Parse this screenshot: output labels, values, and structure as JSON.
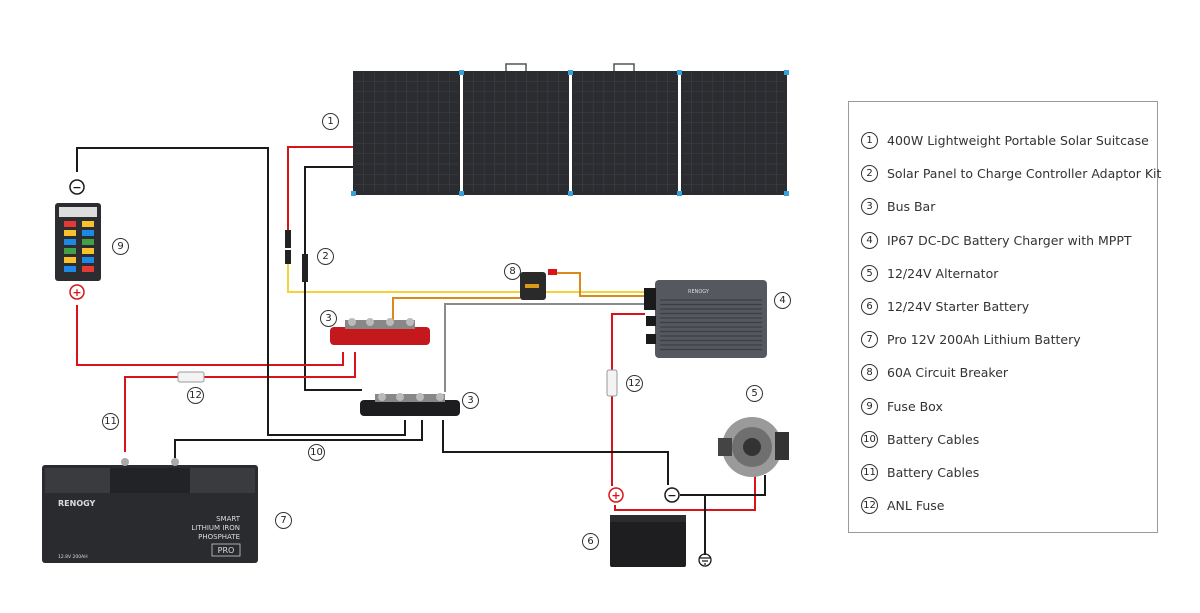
{
  "legend": {
    "items": [
      {
        "num": "1",
        "label": "400W Lightweight Portable Solar Suitcase"
      },
      {
        "num": "2",
        "label": "Solar Panel to Charge Controller Adaptor Kit"
      },
      {
        "num": "3",
        "label": "Bus Bar"
      },
      {
        "num": "4",
        "label": "IP67 DC-DC Battery Charger with MPPT"
      },
      {
        "num": "5",
        "label": "12/24V Alternator"
      },
      {
        "num": "6",
        "label": "12/24V Starter Battery"
      },
      {
        "num": "7",
        "label": "Pro 12V 200Ah Lithium Battery"
      },
      {
        "num": "8",
        "label": "60A Circuit Breaker"
      },
      {
        "num": "9",
        "label": "Fuse Box"
      },
      {
        "num": "10",
        "label": "Battery Cables"
      },
      {
        "num": "11",
        "label": "Battery Cables"
      },
      {
        "num": "12",
        "label": "ANL Fuse"
      }
    ]
  },
  "callouts": {
    "solar": "1",
    "adaptor": "2",
    "busbar_red": "3",
    "busbar_black": "3",
    "charger": "4",
    "alternator": "5",
    "starter": "6",
    "lithium": "7",
    "breaker": "8",
    "fusebox": "9",
    "cables10": "10",
    "cables11": "11",
    "fuse_left": "12",
    "fuse_right": "12"
  },
  "lithium_battery": {
    "brand": "RENOGY",
    "line1": "SMART",
    "line2": "LITHIUM IRON",
    "line3": "PHOSPHATE",
    "badge": "PRO",
    "spec": "12.8V 200AH"
  },
  "charger": {
    "brand": "RENOGY"
  },
  "terminals": {
    "plus": "+",
    "minus": "−"
  },
  "colors": {
    "positive": "#d8141a",
    "negative": "#1a1a1a",
    "solar_pos": "#f2d33a",
    "breaker_wire": "#d98a1b",
    "return": "#8a8a8a",
    "panel_corner": "#3aa0d8"
  }
}
